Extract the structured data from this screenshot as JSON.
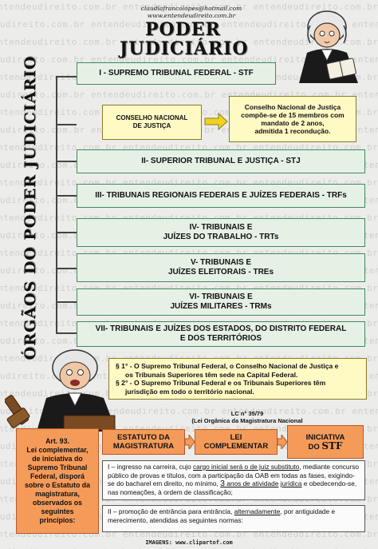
{
  "header": {
    "email": "claudiafrancolopes@hotmail.com",
    "site": "www.entendeudireito.com.br",
    "title_line1": "PODER",
    "title_line2": "JUDICIÁRIO"
  },
  "watermark_text": "entendeudireito.com.br",
  "side_label": "ÓRGÃOS DO PODER JUDICIÁRIO",
  "organs": [
    "I - SUPREMO TRIBUNAL FEDERAL - STF",
    "II- SUPERIOR TRIBUNAL E JUSTIÇA - STJ",
    "III- TRIBUNAIS REGIONAIS FEDERAIS E JUÍZES FEDERAIS - TRFs",
    "IV- TRIBUNAIS E JUÍZES DO TRABALHO - TRTs",
    "V- TRIBUNAIS E JUÍZES ELEITORAIS - TREs",
    "VI- TRIBUNAIS E JUÍZES MILITARES - TRMs",
    "VII- TRIBUNAIS E JUÍZES DOS ESTADOS, DO DISTRITO FEDERAL E DOS TERRITÓRIOS"
  ],
  "organ_lines": {
    "iv_1": "IV- TRIBUNAIS E",
    "iv_2": "JUÍZES DO TRABALHO - TRTs",
    "v_1": "V- TRIBUNAIS E",
    "v_2": "JUÍZES ELEITORAIS - TREs",
    "vi_1": "VI- TRIBUNAIS E",
    "vi_2": "JUÍZES MILITARES - TRMs",
    "vii_1": "VII- TRIBUNAIS E JUÍZES DOS ESTADOS, DO DISTRITO FEDERAL",
    "vii_2": "E DOS TERRITÓRIOS"
  },
  "cnj": {
    "label_1": "CONSELHO NACIONAL",
    "label_2": "DE JUSTIÇA",
    "desc_1": "Conselho Nacional de Justiça",
    "desc_2": "compõe-se de 15 membros com",
    "desc_3": "mandato de 2  anos,",
    "desc_4": "admitida 1  recondução."
  },
  "paragraphs": {
    "p1_1": "§ 1° - O Supremo Tribunal Federal, o Conselho Nacional de Justiça e",
    "p1_2": "os Tribunais Superiores têm sede na Capital Federal.",
    "p2_1": "§ 2° -  O Supremo Tribunal Federal e os Tribunais Superiores têm",
    "p2_2": "jurisdição em todo o território nacional."
  },
  "lc": {
    "line1": "LC n° 35/79",
    "line2": "(Lei Orgânica da Magistratura Nacional"
  },
  "art93": {
    "title": "Art. 93.",
    "lines": [
      "Lei complementar,",
      "de iniciativa do",
      "Supremo Tribunal",
      "Federal, disporá",
      "sobre o Estatuto da",
      "magistratura,",
      "observados os",
      "seguintes",
      "princípios:"
    ]
  },
  "flow": {
    "box1_1": "ESTATUTO DA",
    "box1_2": "MAGISTRATURA",
    "box2_1": "LEI",
    "box2_2": "COMPLEMENTAR",
    "box3_1": "INICIATIVA",
    "box3_2": "DO",
    "box3_3": "STF"
  },
  "item1": {
    "a": "I – ingresso na carreira, cujo ",
    "b": "cargo inicial será o de juiz substituto",
    "c": ", mediante",
    "d": "concurso público de provas e títulos, com a participação da OAB em todas as",
    "e": "fases, exigindo-se do bacharel em direito, no mínimo, ",
    "f": "3",
    "g": " anos de atividade",
    "h": "jurídica",
    "i": " e obedecendo-se, nas nomeações, à ordem de classificação;"
  },
  "item2": {
    "a": "II – promoção de entrância para entrância, ",
    "b": "alternadamente",
    "c": ", por antiguidade e",
    "d": "merecimento, atendidas as seguintes normas:"
  },
  "credit": "IMAGENS:  www.clipartof.com",
  "colors": {
    "green_border": "#3f8a5a",
    "green_fill": "#e6f1e6",
    "yellow_fill": "#fff9c4",
    "orange": "#f59b5a",
    "arrow_yellow": "#f2d21b"
  }
}
